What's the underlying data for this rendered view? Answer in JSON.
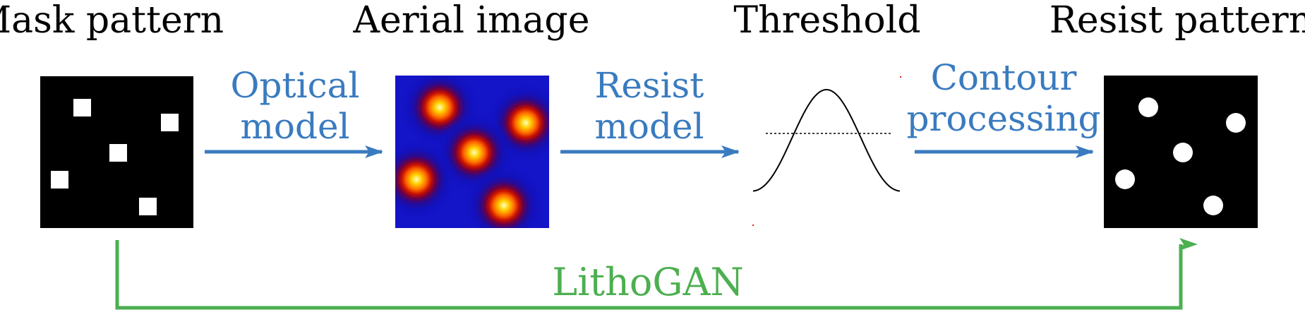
{
  "stages": [
    {
      "id": "mask",
      "title": "Mask pattern"
    },
    {
      "id": "aerial",
      "title": "Aerial image"
    },
    {
      "id": "threshold",
      "title": "Threshold"
    },
    {
      "id": "resist",
      "title": "Resist pattern"
    }
  ],
  "steps": [
    {
      "id": "optical",
      "lines": [
        "Optical",
        "model"
      ]
    },
    {
      "id": "resist-model",
      "lines": [
        "Resist",
        "model"
      ]
    },
    {
      "id": "contour",
      "lines": [
        "Contour",
        "processing"
      ]
    }
  ],
  "shortcut": {
    "label": "LithoGAN"
  },
  "colors": {
    "flow": "#3a7bbf",
    "shortcut": "#4caf50",
    "aerial_background": "#1414c8",
    "pattern_background": "#000000",
    "feature": "#ffffff"
  }
}
